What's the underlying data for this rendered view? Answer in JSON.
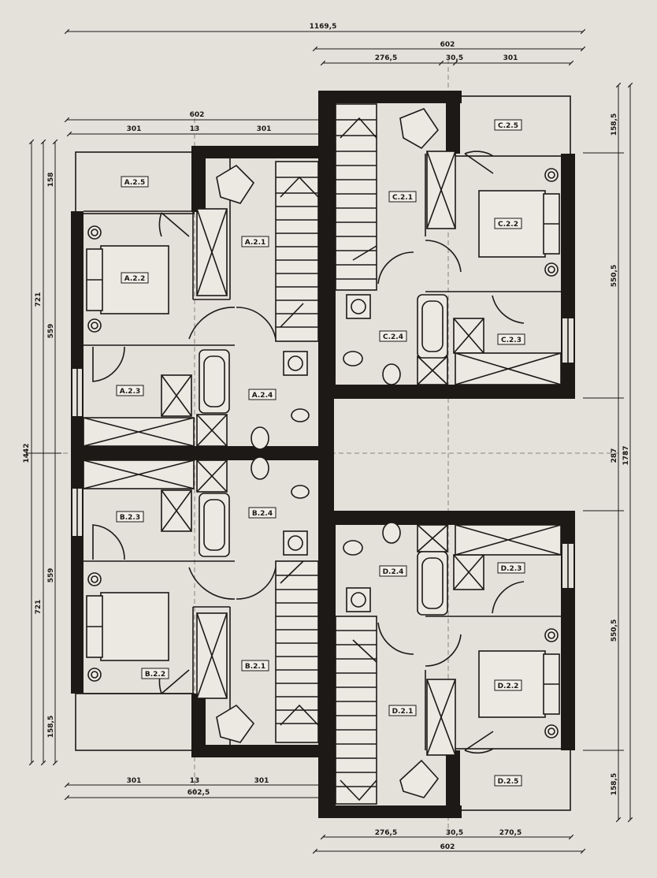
{
  "rooms": {
    "a25": "A.2.5",
    "a21": "A.2.1",
    "a22": "A.2.2",
    "a23": "A.2.3",
    "a24": "A.2.4",
    "b23": "B.2.3",
    "b24": "B.2.4",
    "b22": "B.2.2",
    "b21": "B.2.1",
    "c25": "C.2.5",
    "c21": "C.2.1",
    "c22": "C.2.2",
    "c24": "C.2.4",
    "c23": "C.2.3",
    "d24": "D.2.4",
    "d23": "D.2.3",
    "d22": "D.2.2",
    "d21": "D.2.1",
    "d25": "D.2.5"
  },
  "dimensions": {
    "top_total": "1169,5",
    "top_right_total": "602",
    "top_right_a": "276,5",
    "top_right_b": "30,5",
    "top_right_c": "301",
    "left_top_total": "602",
    "left_top_a": "301",
    "left_top_b": "13",
    "left_top_c": "301",
    "left_outer": "1442",
    "left_mid_upper": "721",
    "left_mid_lower": "721",
    "left_inner_upper": "559",
    "left_inner_lower": "559",
    "left_small_top": "158",
    "left_small_bottom": "158,5",
    "bottom_left_a": "301",
    "bottom_left_b": "13",
    "bottom_left_c": "301",
    "bottom_left_total": "602,5",
    "right_top": "158,5",
    "right_upper": "550,5",
    "right_mid": "287",
    "right_outer": "1787",
    "right_lower": "550,5",
    "right_bottom": "158,5",
    "bottom_right_a": "276,5",
    "bottom_right_b": "30,5",
    "bottom_right_c": "270,5",
    "bottom_right_total": "602"
  }
}
